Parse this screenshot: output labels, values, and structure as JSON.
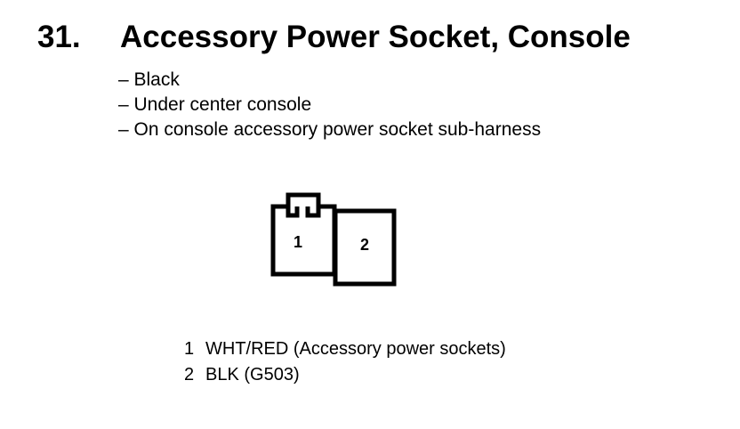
{
  "header": {
    "number": "31.",
    "title": "Accessory Power Socket, Console"
  },
  "details": [
    "– Black",
    "– Under center console",
    "– On console accessory power socket sub-harness"
  ],
  "connector": {
    "pins": [
      "1",
      "2"
    ]
  },
  "pinout": [
    {
      "pin": "1",
      "desc": "WHT/RED (Accessory power sockets)"
    },
    {
      "pin": "2",
      "desc": "BLK (G503)"
    }
  ]
}
